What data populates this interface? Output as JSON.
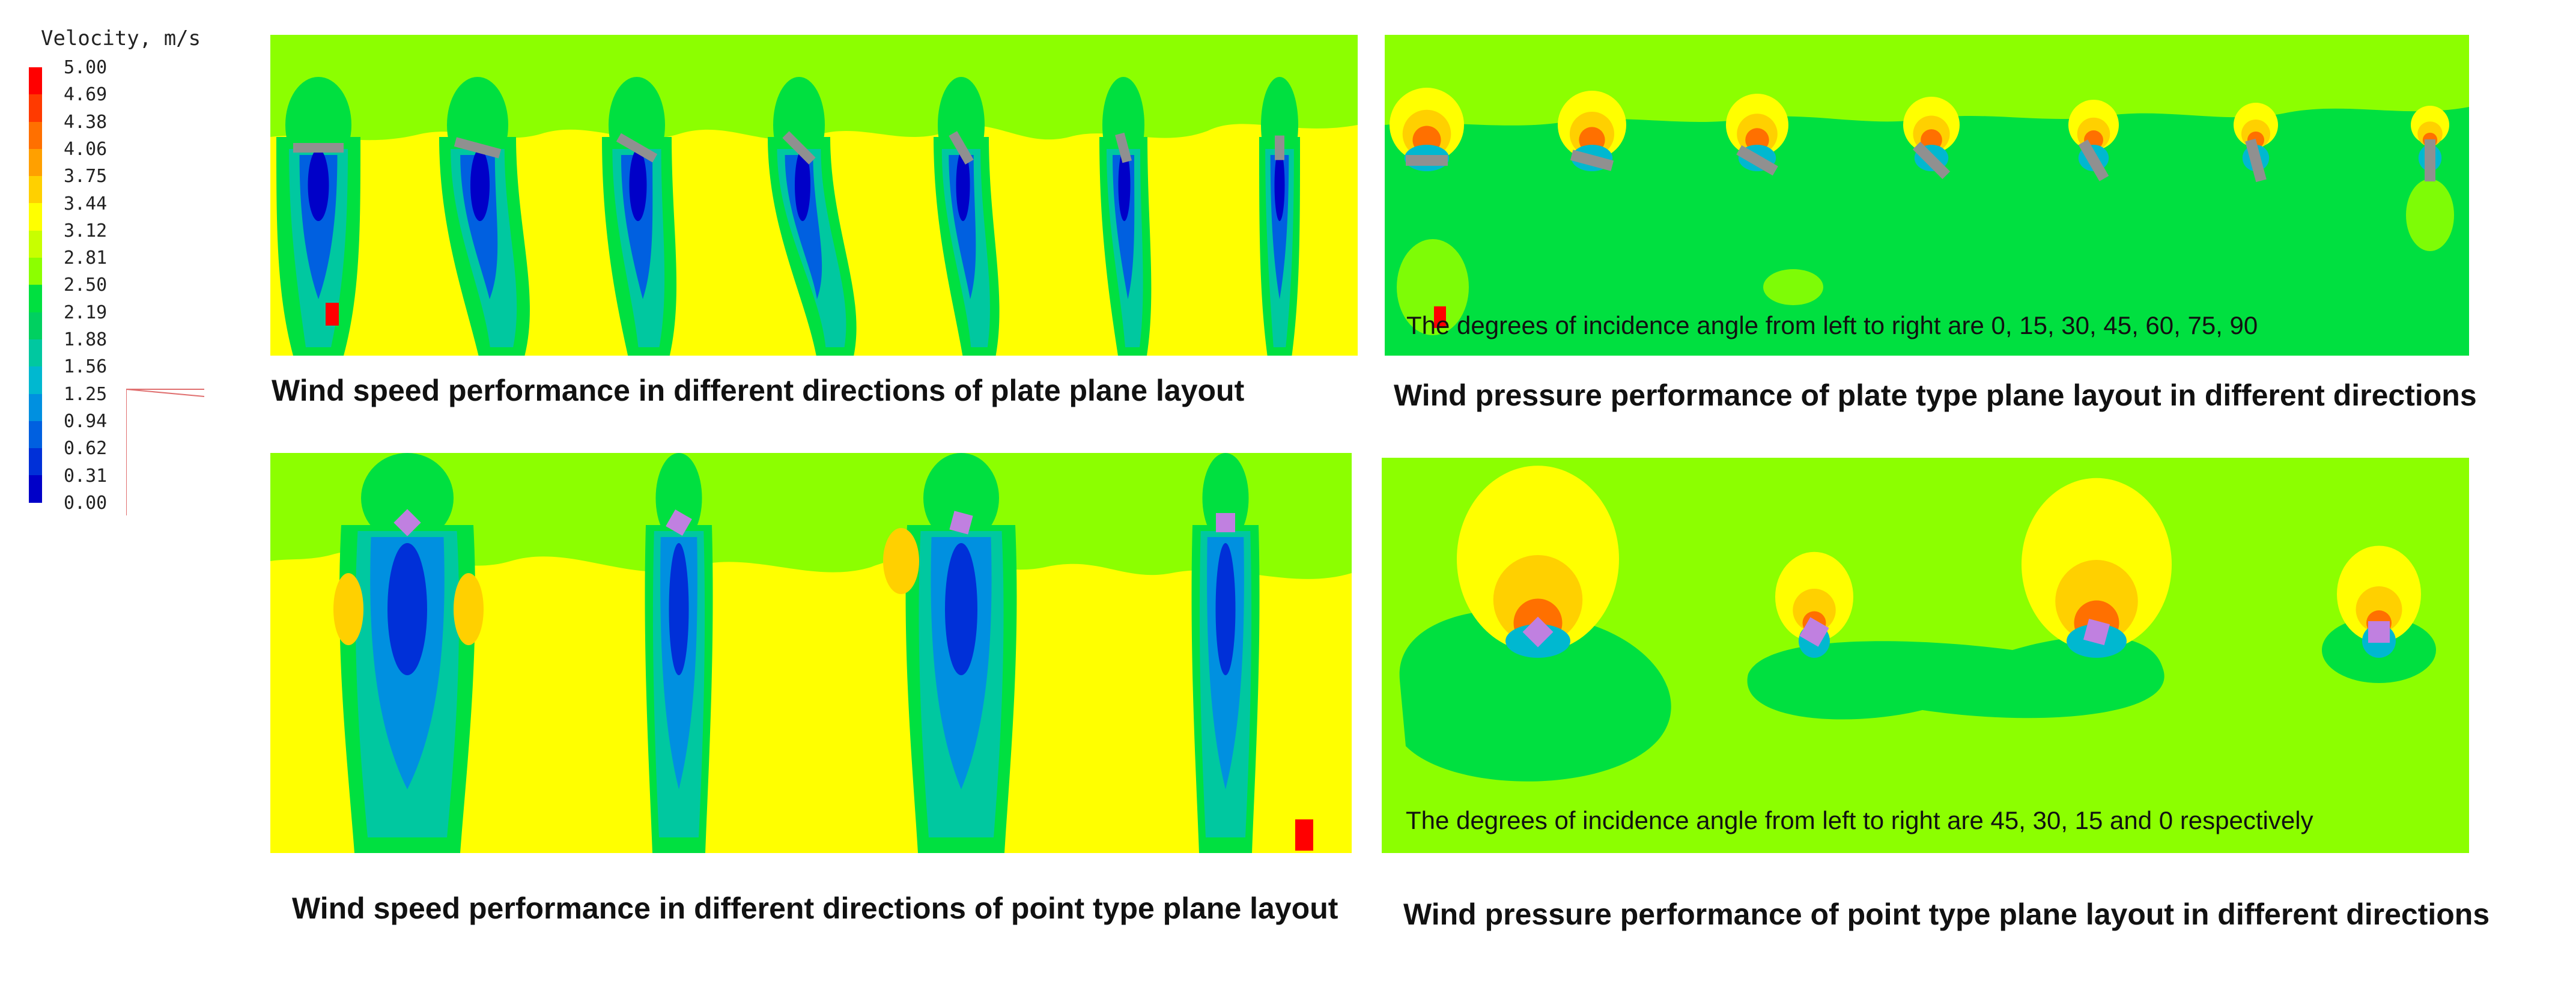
{
  "legend": {
    "title": "Velocity, m/s",
    "ticks": [
      "5.00",
      "4.69",
      "4.38",
      "4.06",
      "3.75",
      "3.44",
      "3.12",
      "2.81",
      "2.50",
      "2.19",
      "1.88",
      "1.56",
      "1.25",
      "0.94",
      "0.62",
      "0.31",
      "0.00"
    ],
    "colors": [
      "#ff0000",
      "#ff3a00",
      "#ff7000",
      "#ffa000",
      "#ffd000",
      "#ffff00",
      "#c8ff00",
      "#8cff00",
      "#00e040",
      "#00d060",
      "#00c8a0",
      "#00b8d0",
      "#0090e0",
      "#0060e0",
      "#0030d8",
      "#0000c8"
    ]
  },
  "panels": {
    "plate_speed": {
      "caption": "Wind speed performance in different directions of plate plane layout"
    },
    "plate_pressure": {
      "caption": "Wind pressure performance of plate type plane layout in different directions",
      "note": "The degrees of incidence angle from left to right are 0, 15, 30, 45, 60, 75, 90"
    },
    "point_speed": {
      "caption": "Wind speed performance in different directions of point type plane layout"
    },
    "point_pressure": {
      "caption": "Wind pressure performance of point type plane layout in different directions",
      "note": "The degrees of incidence angle from left to right are 45, 30, 15 and 0 respectively"
    }
  }
}
